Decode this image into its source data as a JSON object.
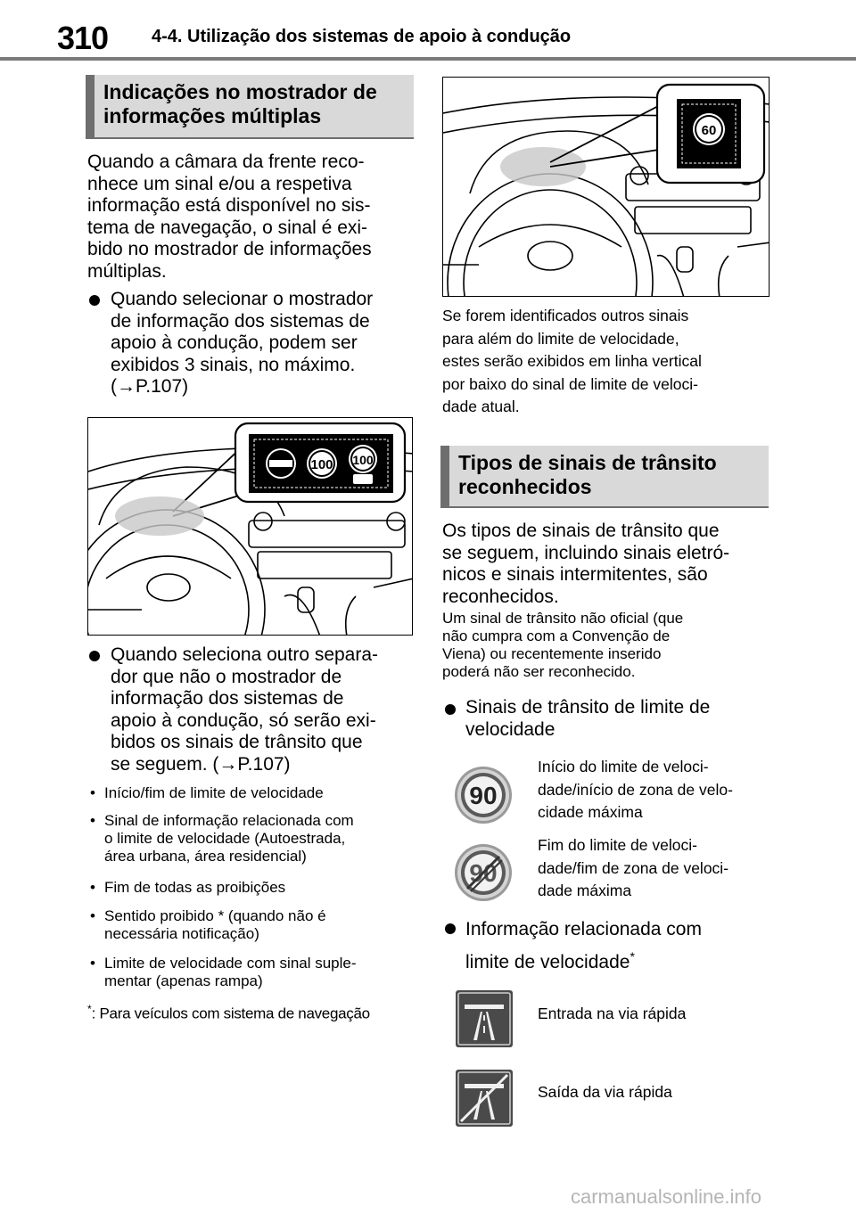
{
  "header": {
    "page_number": "310",
    "chapter_title": "4-4. Utilização dos sistemas de apoio à condução"
  },
  "left": {
    "section_title_line1": "Indicações no mostrador de",
    "section_title_line2": "informações múltiplas",
    "intro_lines": [
      "Quando a câmara da frente reco-",
      "nhece um sinal e/ou a respetiva",
      "informação está disponível no sis-",
      "tema de navegação, o sinal é exi-",
      "bido no mostrador de informações",
      "múltiplas."
    ],
    "bullet1_lines": [
      "Quando selecionar o mostrador",
      "de informação dos sistemas de",
      "apoio à condução, podem ser",
      "exibidos 3 sinais, no máximo.",
      "(→P.107)"
    ],
    "figure1_sign_labels": [
      "100",
      "100"
    ],
    "bullet2_lines": [
      "Quando seleciona outro separa-",
      "dor que não o mostrador de",
      "informação dos sistemas de",
      "apoio à condução, só serão exi-",
      "bidos os sinais de trânsito que",
      "se seguem. (→P.107)"
    ],
    "sub_bullets": [
      [
        "Início/fim de limite de velocidade"
      ],
      [
        "Sinal de informação relacionada com",
        "o limite de velocidade (Autoestrada,",
        "área urbana, área residencial)"
      ],
      [
        "Fim de todas as proibições"
      ],
      [
        "Sentido proibido * (quando não é",
        "necessária notificação)"
      ],
      [
        "Limite de velocidade com sinal suple-",
        "mentar (apenas rampa)"
      ]
    ],
    "footnote_mark": "*",
    "footnote_text": ": Para veículos com sistema de navegação"
  },
  "right": {
    "figure2_sign_label": "60",
    "caption_lines": [
      "Se forem identificados outros sinais",
      "para além do limite de velocidade,",
      "estes serão exibidos em linha vertical",
      "por baixo do sinal de limite de veloci-",
      "dade atual."
    ],
    "section_title_line1": "Tipos de sinais de trânsito",
    "section_title_line2": "reconhecidos",
    "intro_lines": [
      "Os tipos de sinais de trânsito que",
      "se seguem, incluindo sinais eletró-",
      "nicos e sinais intermitentes, são",
      "reconhecidos."
    ],
    "note_lines": [
      "Um sinal de trânsito não oficial (que",
      "não cumpra com a Convenção de",
      "Viena) ou recentemente inserido",
      "poderá não ser reconhecido."
    ],
    "bullet1_lines": [
      "Sinais de trânsito de limite de",
      "velocidade"
    ],
    "sign1_label": "90",
    "sign1_desc": [
      "Início do limite de veloci-",
      "dade/início de zona de velo-",
      "cidade máxima"
    ],
    "sign2_label": "90",
    "sign2_desc": [
      "Fim do limite de veloci-",
      "dade/fim de zona de veloci-",
      "dade máxima"
    ],
    "bullet2_line1": "Informação relacionada com",
    "bullet2_line2": "limite de velocidade",
    "bullet2_mark": "*",
    "sign3_desc": "Entrada na via rápida",
    "sign4_desc": "Saída da via rápida"
  },
  "watermark": "carmanualsonline.info"
}
